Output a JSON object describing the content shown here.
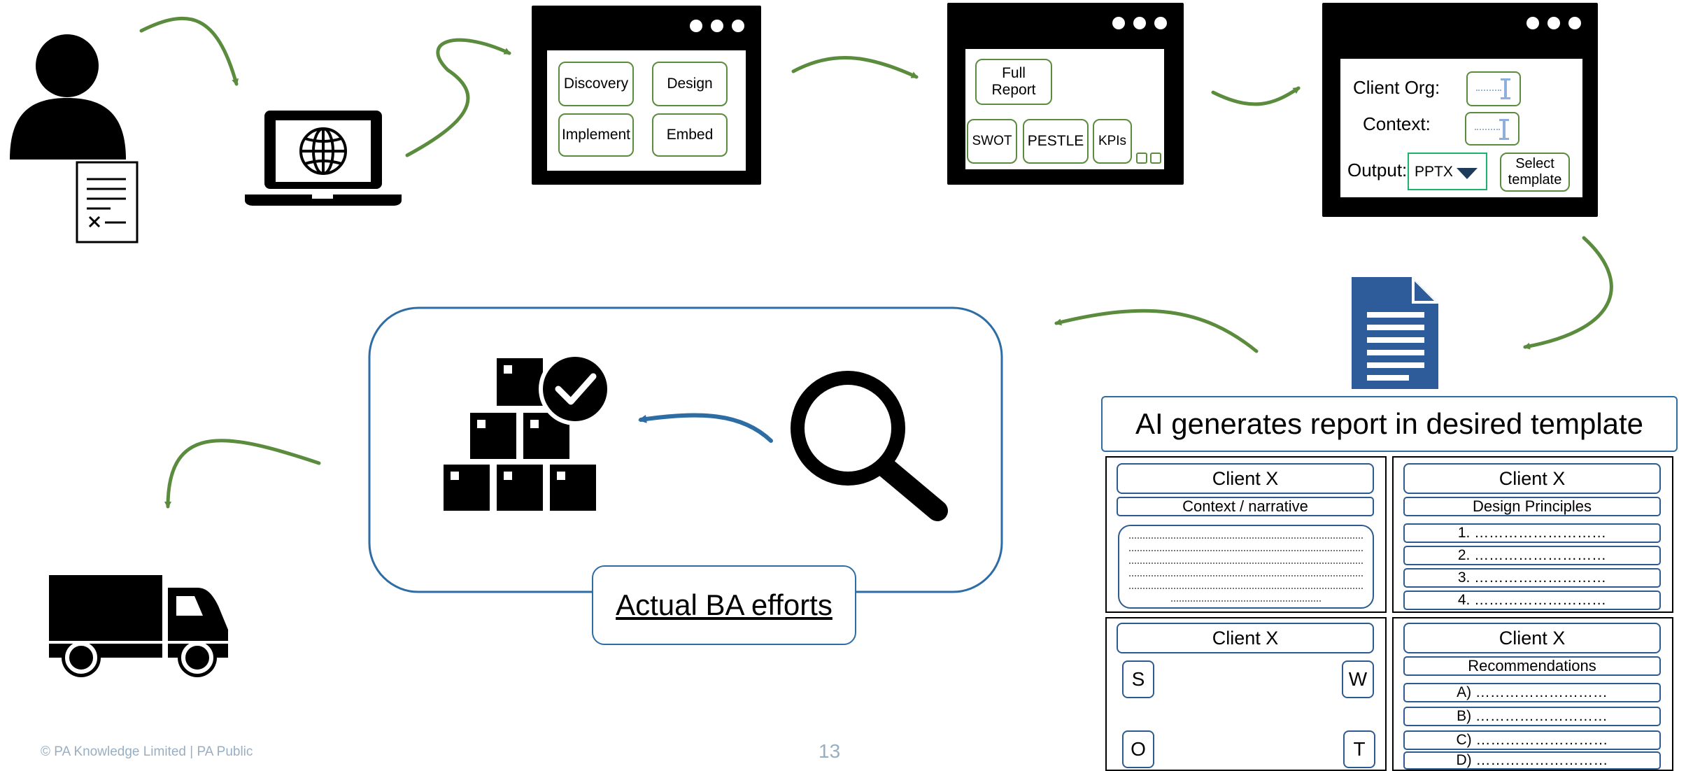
{
  "browser_window_1": {
    "buttons": [
      "Discovery",
      "Design",
      "Implement",
      "Embed"
    ]
  },
  "browser_window_2": {
    "buttons": [
      "Full\nReport",
      "SWOT",
      "PESTLE",
      "KPIs"
    ]
  },
  "browser_window_3": {
    "client_org_label": "Client Org:",
    "context_label": "Context:",
    "output_label": "Output:",
    "output_value": "PPTX",
    "select_template_label": "Select\ntemplate"
  },
  "ai_banner": "AI generates report in desired template",
  "report_panels": {
    "context": {
      "client": "Client X",
      "heading": "Context / narrative"
    },
    "design": {
      "client": "Client X",
      "heading": "Design Principles",
      "items": [
        "1. ………………………",
        "2. ………………………",
        "3. ………………………",
        "4. ………………………"
      ]
    },
    "swot": {
      "client": "Client X",
      "letters": [
        "S",
        "W",
        "O",
        "T"
      ]
    },
    "recommendations": {
      "client": "Client X",
      "heading": "Recommendations",
      "items": [
        "A)  ………………………",
        "B) ………………………",
        "C) ………………………",
        "D) ………………………"
      ]
    }
  },
  "ba_efforts_label": "Actual BA efforts",
  "footer": {
    "copyright": "© PA Knowledge Limited  |  PA Public",
    "page_number": "13"
  },
  "colors": {
    "arrow_green": "#5b8c3e",
    "accent_blue": "#2e6da4",
    "cursor_blue": "#2e5b8f",
    "doc_blue": "#2e5b9a"
  },
  "icons": [
    "user-icon",
    "document-icon",
    "laptop-icon",
    "globe-icon",
    "cursor-icon",
    "report-document-icon",
    "boxes-icon",
    "checkmark-icon",
    "magnifier-icon",
    "truck-icon"
  ]
}
